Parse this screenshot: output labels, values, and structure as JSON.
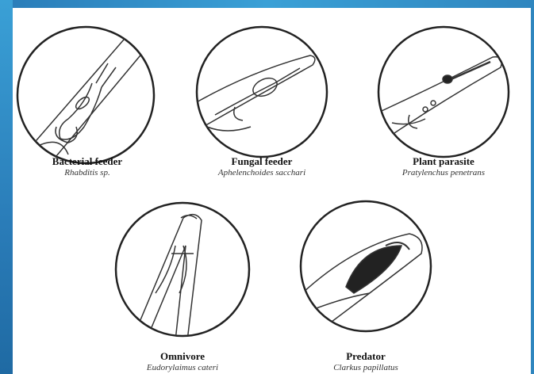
{
  "figure": {
    "panels": [
      {
        "title": "Bacterial feeder",
        "species": "Rhabditis sp."
      },
      {
        "title": "Fungal feeder",
        "species": "Aphelenchoides sacchari"
      },
      {
        "title": "Plant parasite",
        "species": "Pratylenchus penetrans"
      },
      {
        "title": "Omnivore",
        "species": "Eudorylaimus cateri"
      },
      {
        "title": "Predator",
        "species": "Clarkus papillatus"
      }
    ]
  },
  "colors": {
    "frame": "#2f86bf",
    "panel": "#ffffff",
    "line": "#222222"
  }
}
